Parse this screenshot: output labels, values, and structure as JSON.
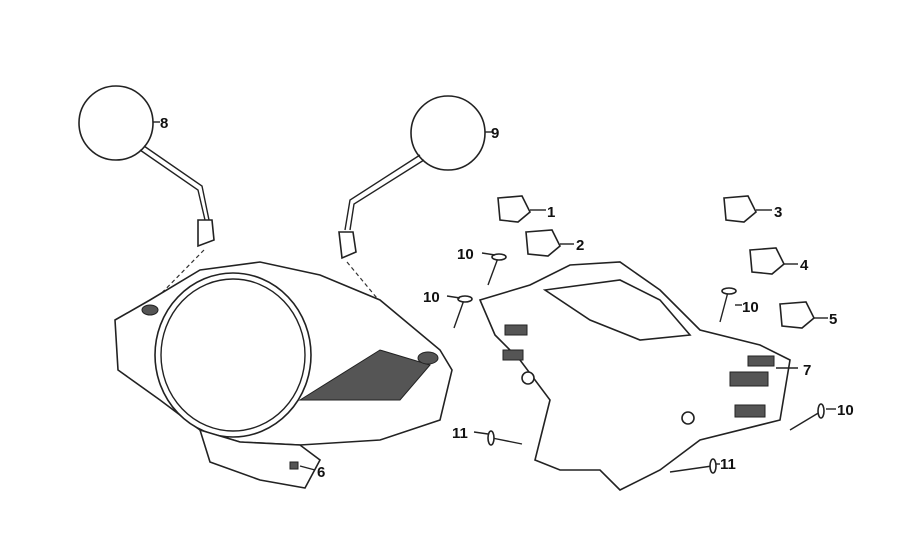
{
  "diagram": {
    "callouts": [
      {
        "id": "c1",
        "text": "1"
      },
      {
        "id": "c2",
        "text": "2"
      },
      {
        "id": "c3",
        "text": "3"
      },
      {
        "id": "c4",
        "text": "4"
      },
      {
        "id": "c5",
        "text": "5"
      },
      {
        "id": "c6",
        "text": "6"
      },
      {
        "id": "c7",
        "text": "7"
      },
      {
        "id": "c8",
        "text": "8"
      },
      {
        "id": "c9",
        "text": "9"
      },
      {
        "id": "c10a",
        "text": "10"
      },
      {
        "id": "c10b",
        "text": "10"
      },
      {
        "id": "c10c",
        "text": "10"
      },
      {
        "id": "c10d",
        "text": "10"
      },
      {
        "id": "c11a",
        "text": "11"
      },
      {
        "id": "c11b",
        "text": "11"
      }
    ]
  }
}
